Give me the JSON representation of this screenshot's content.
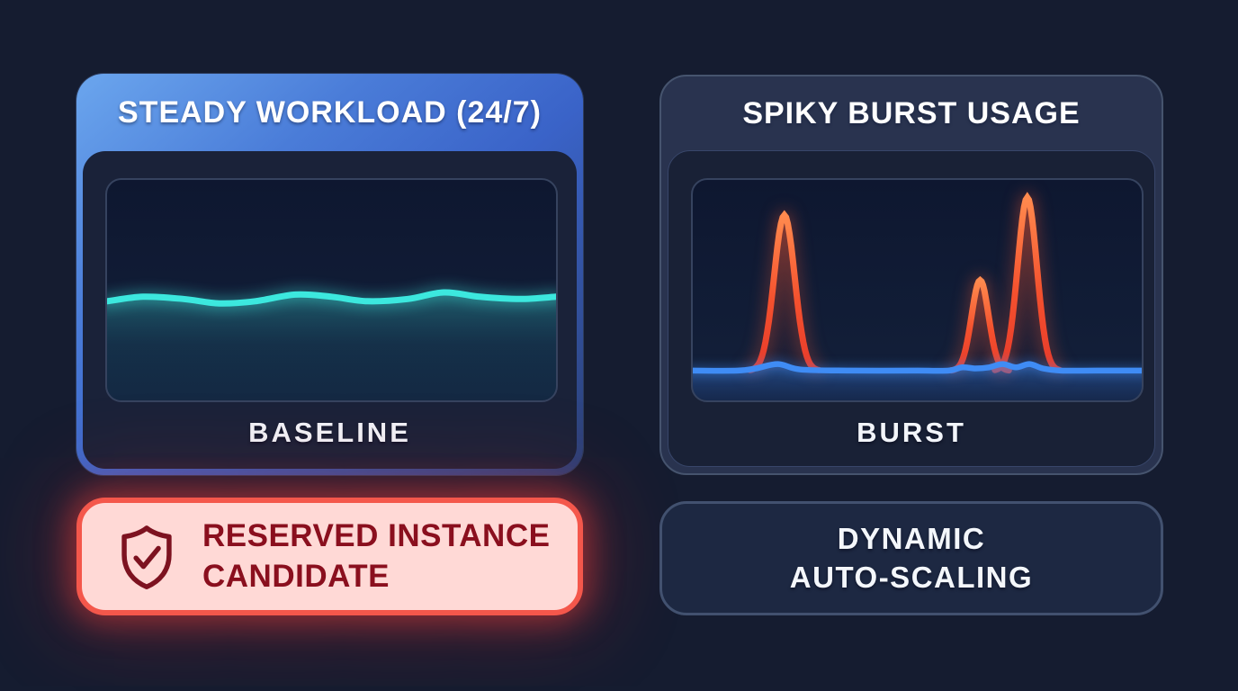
{
  "panels": {
    "left": {
      "title": "STEADY WORKLOAD (24/7)",
      "chart_caption": "BASELINE",
      "badge": {
        "icon": "shield-check-icon",
        "line1": "RESERVED INSTANCE",
        "line2": "CANDIDATE"
      }
    },
    "right": {
      "title": "SPIKY BURST USAGE",
      "chart_caption": "BURST",
      "badge": {
        "line1": "DYNAMIC",
        "line2": "AUTO-SCALING"
      }
    }
  },
  "colors": {
    "background": "#151c30",
    "header_blue_top": "#6ba6ee",
    "header_blue_bottom": "#32519e",
    "panel_body": "#1a2239",
    "chart_border": "#36435f",
    "steady_line": "#3ce8de",
    "burst_baseline_line": "#3f8cf5",
    "burst_spike_top": "#ff8a4e",
    "burst_spike_bottom": "#e73b2b",
    "alert_badge_bg": "#ffd9d6",
    "alert_badge_border": "#f4574b",
    "alert_badge_text": "#8a0f1e",
    "scale_badge_border": "#42516f"
  },
  "chart_data": [
    {
      "type": "line",
      "panel": "left",
      "title": "BASELINE",
      "axes_visible": false,
      "x_unit": "percent-of-width",
      "y_unit": "utilization-fraction-of-chart-height",
      "series": [
        {
          "name": "steady-usage",
          "color": "#3ce8de",
          "x": [
            0,
            8,
            17,
            25,
            33,
            42,
            50,
            58,
            67,
            75,
            83,
            92,
            100
          ],
          "y": [
            0.45,
            0.47,
            0.46,
            0.44,
            0.45,
            0.48,
            0.47,
            0.45,
            0.46,
            0.49,
            0.47,
            0.46,
            0.47
          ]
        }
      ]
    },
    {
      "type": "line",
      "panel": "right",
      "title": "BURST",
      "axes_visible": false,
      "x_unit": "percent-of-width",
      "y_unit": "utilization-fraction-of-chart-height",
      "series": [
        {
          "name": "baseline-usage",
          "color": "#3f8cf5",
          "x": [
            0,
            10,
            14,
            19,
            24,
            35,
            50,
            57,
            60,
            63,
            66,
            69,
            72,
            75,
            78,
            82,
            90,
            100
          ],
          "y": [
            0.135,
            0.135,
            0.145,
            0.165,
            0.14,
            0.135,
            0.135,
            0.135,
            0.15,
            0.145,
            0.15,
            0.165,
            0.15,
            0.165,
            0.145,
            0.135,
            0.135,
            0.135
          ]
        },
        {
          "name": "burst-spikes",
          "style": "spikes",
          "baseline": 0.135,
          "spikes": [
            {
              "center": 20.4,
              "half_width": 4.8,
              "peak": 0.84
            },
            {
              "center": 64.0,
              "half_width": 4.0,
              "peak": 0.545
            },
            {
              "center": 74.5,
              "half_width": 4.5,
              "peak": 0.92
            }
          ]
        }
      ]
    }
  ]
}
